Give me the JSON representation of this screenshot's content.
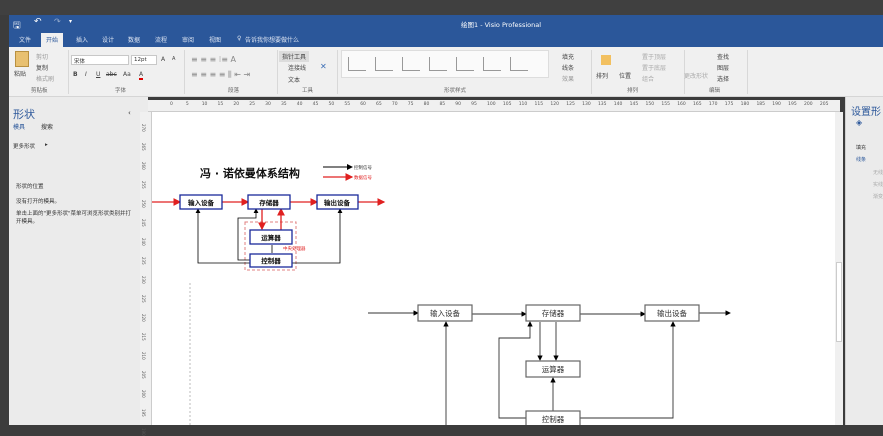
{
  "window": {
    "title": "绘图1 - Visio Professional"
  },
  "qat": {
    "save": "save-icon",
    "undo": "undo-icon",
    "redo": "redo-icon",
    "customize": "▾"
  },
  "tabs": [
    "文件",
    "开始",
    "插入",
    "设计",
    "数据",
    "流程",
    "审阅",
    "视图"
  ],
  "active_tab": "开始",
  "tell_me": "告诉我你想要做什么",
  "ribbon": {
    "clipboard": {
      "paste": "粘贴",
      "cut": "剪切",
      "copy": "复制",
      "format_painter": "格式刷",
      "label": "剪贴板"
    },
    "font": {
      "name": "宋体",
      "size": "12pt",
      "grow": "A",
      "shrink": "A",
      "bold": "B",
      "italic": "I",
      "underline": "U",
      "strike": "abc",
      "case": "Aa",
      "color": "A",
      "label": "字体"
    },
    "paragraph": {
      "label": "段落"
    },
    "tools": {
      "pointer": "指针工具",
      "connector": "连接线",
      "text": "文本",
      "label": "工具"
    },
    "shape_styles": {
      "fill": "填充",
      "line": "线条",
      "effects": "效果",
      "label": "形状样式"
    },
    "arrange": {
      "arrange": "排列",
      "position": "位置",
      "bring_front": "置于顶层",
      "send_back": "置于底层",
      "group": "组合",
      "label": "排列"
    },
    "editing": {
      "change_shape": "更改形状",
      "find": "查找",
      "layers": "图层",
      "select": "选择",
      "label": "编辑"
    }
  },
  "shapes_panel": {
    "title": "形状",
    "tab_stencils": "模具",
    "tab_search": "搜索",
    "more_shapes": "更多形状",
    "heading": "形状的位置",
    "no_stencils": "没有打开的模具。",
    "hint": "单击上面的\"更多形状\"菜单可浏览形状类别并打开模具。"
  },
  "ruler": {
    "h_labels": [
      "0",
      "5",
      "10",
      "15",
      "20",
      "25",
      "30",
      "35",
      "40",
      "45",
      "50",
      "55",
      "60",
      "65",
      "70",
      "75",
      "80",
      "85",
      "90",
      "95",
      "100",
      "105",
      "110",
      "115",
      "120",
      "125",
      "130",
      "135",
      "140",
      "145",
      "150",
      "155",
      "160",
      "165",
      "170",
      "175",
      "180",
      "185",
      "190",
      "195",
      "200",
      "205"
    ],
    "v_labels": [
      "270",
      "265",
      "260",
      "255",
      "250",
      "245",
      "240",
      "235",
      "230",
      "225",
      "220",
      "215",
      "210",
      "205",
      "200",
      "195",
      "190"
    ]
  },
  "format_panel": {
    "title": "设置形",
    "fill": "填充",
    "line": "线条",
    "opt1": "无线",
    "opt2": "实线",
    "opt3": "渐变"
  },
  "diagram_small": {
    "title": "冯 · 诺依曼体系结构",
    "legend_control": "控制信号",
    "legend_data": "数据信号",
    "input": "输入设备",
    "memory": "存储器",
    "output": "输出设备",
    "alu": "运算器",
    "controller": "控制器",
    "cpu": "中央处理器",
    "colors": {
      "data": "#e02020",
      "control": "#000000",
      "box_border": "#1a2a9a"
    }
  },
  "diagram_large": {
    "input": "输入设备",
    "memory": "存储器",
    "output": "输出设备",
    "alu": "运算器",
    "controller": "控制器"
  }
}
